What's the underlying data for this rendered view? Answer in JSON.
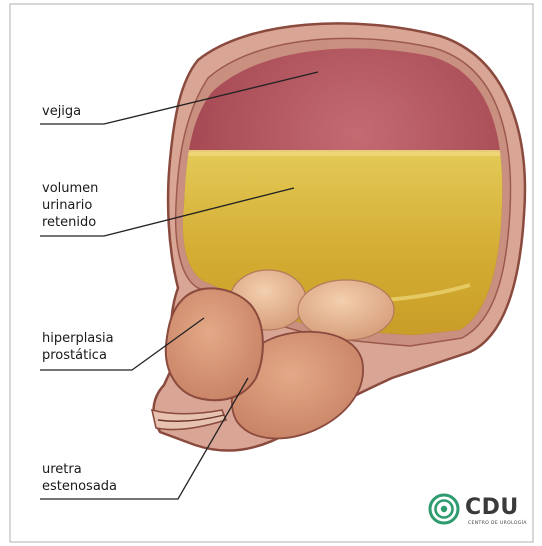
{
  "labels": {
    "bladder": "vejiga",
    "retained_urine": [
      "volumen",
      "urinario",
      "retenido"
    ],
    "prostate": [
      "hiperplasia",
      "prostática"
    ],
    "urethra": [
      "uretra",
      "estenosada"
    ]
  },
  "logo": {
    "name": "CDU",
    "tagline": "CENTRO DE UROLOGÍA"
  },
  "colors": {
    "wall": "#c98f7f",
    "wall_dark": "#8a4a3e",
    "bladder_lumen": "#b85a62",
    "urine": "#d8b63e",
    "prostate": "#d99878",
    "logo_green": "#2e9b6e"
  }
}
